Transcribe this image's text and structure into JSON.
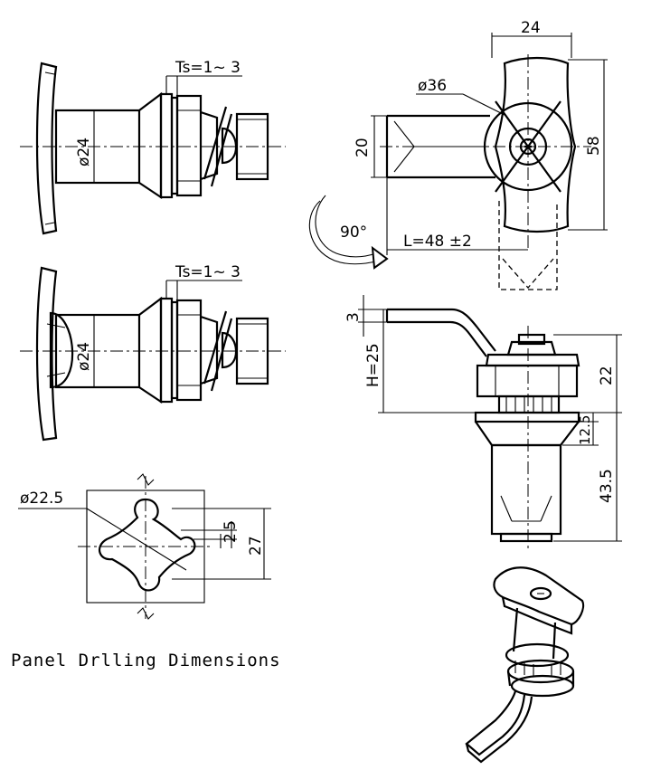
{
  "drawing": {
    "view1": {
      "thickness_label": "Ts=1~ 3",
      "diameter_label": "ø24"
    },
    "view2": {
      "thickness_label": "Ts=1~ 3",
      "diameter_label": "ø24"
    },
    "top_view": {
      "width_label": "24",
      "diameter_label": "ø36",
      "height_label": "58",
      "shank_label": "20",
      "rotation_label": "90°",
      "length_label": "L=48 ±2"
    },
    "side_view": {
      "cam_thickness_label": "3",
      "cam_height_label": "H=25",
      "upper_height_label": "22",
      "flange_label": "12.5",
      "body_height_label": "43.5"
    },
    "cutout": {
      "diameter_label": "ø22.5",
      "notch_label": "5",
      "small_label": "2",
      "height_label": "27",
      "caption": "Panel Drlling Dimensions"
    }
  }
}
